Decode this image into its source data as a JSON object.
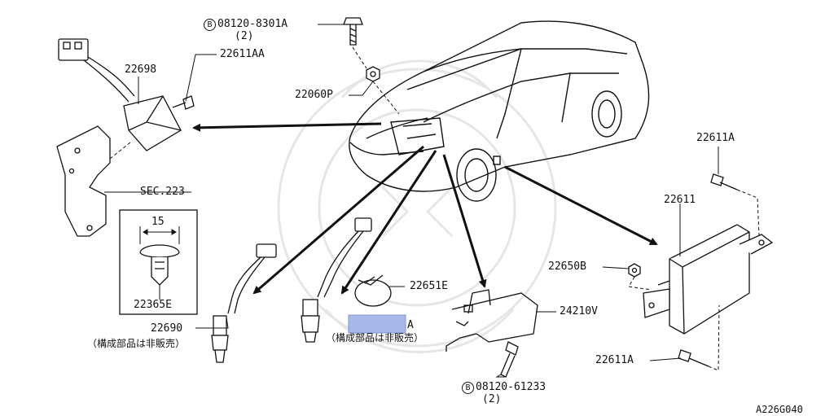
{
  "parts": {
    "bolt_top": {
      "circle": "B",
      "number": "08120-8301A",
      "qty": "(2)"
    },
    "screw_left": "22611AA",
    "sensor_module": "22698",
    "nut_top": "22060P",
    "section_ref": "SEC.223",
    "clip_dim": "15",
    "clip": "22365E",
    "o2_sensor_left": "22690",
    "note_left": "（構成部品は非販売）",
    "o2_sensor_mid_suffix": "A",
    "note_mid": "（構成部品は非販売）",
    "cap": "22651E",
    "bracket": "24210V",
    "bolt_bottom": {
      "circle": "B",
      "number": "08120-61233",
      "qty": "(2)"
    },
    "screw_right_top": "22611A",
    "ecu": "22611",
    "nut_right": "22650B",
    "screw_right_bottom": "22611A"
  },
  "diagram_code": "A226G040"
}
